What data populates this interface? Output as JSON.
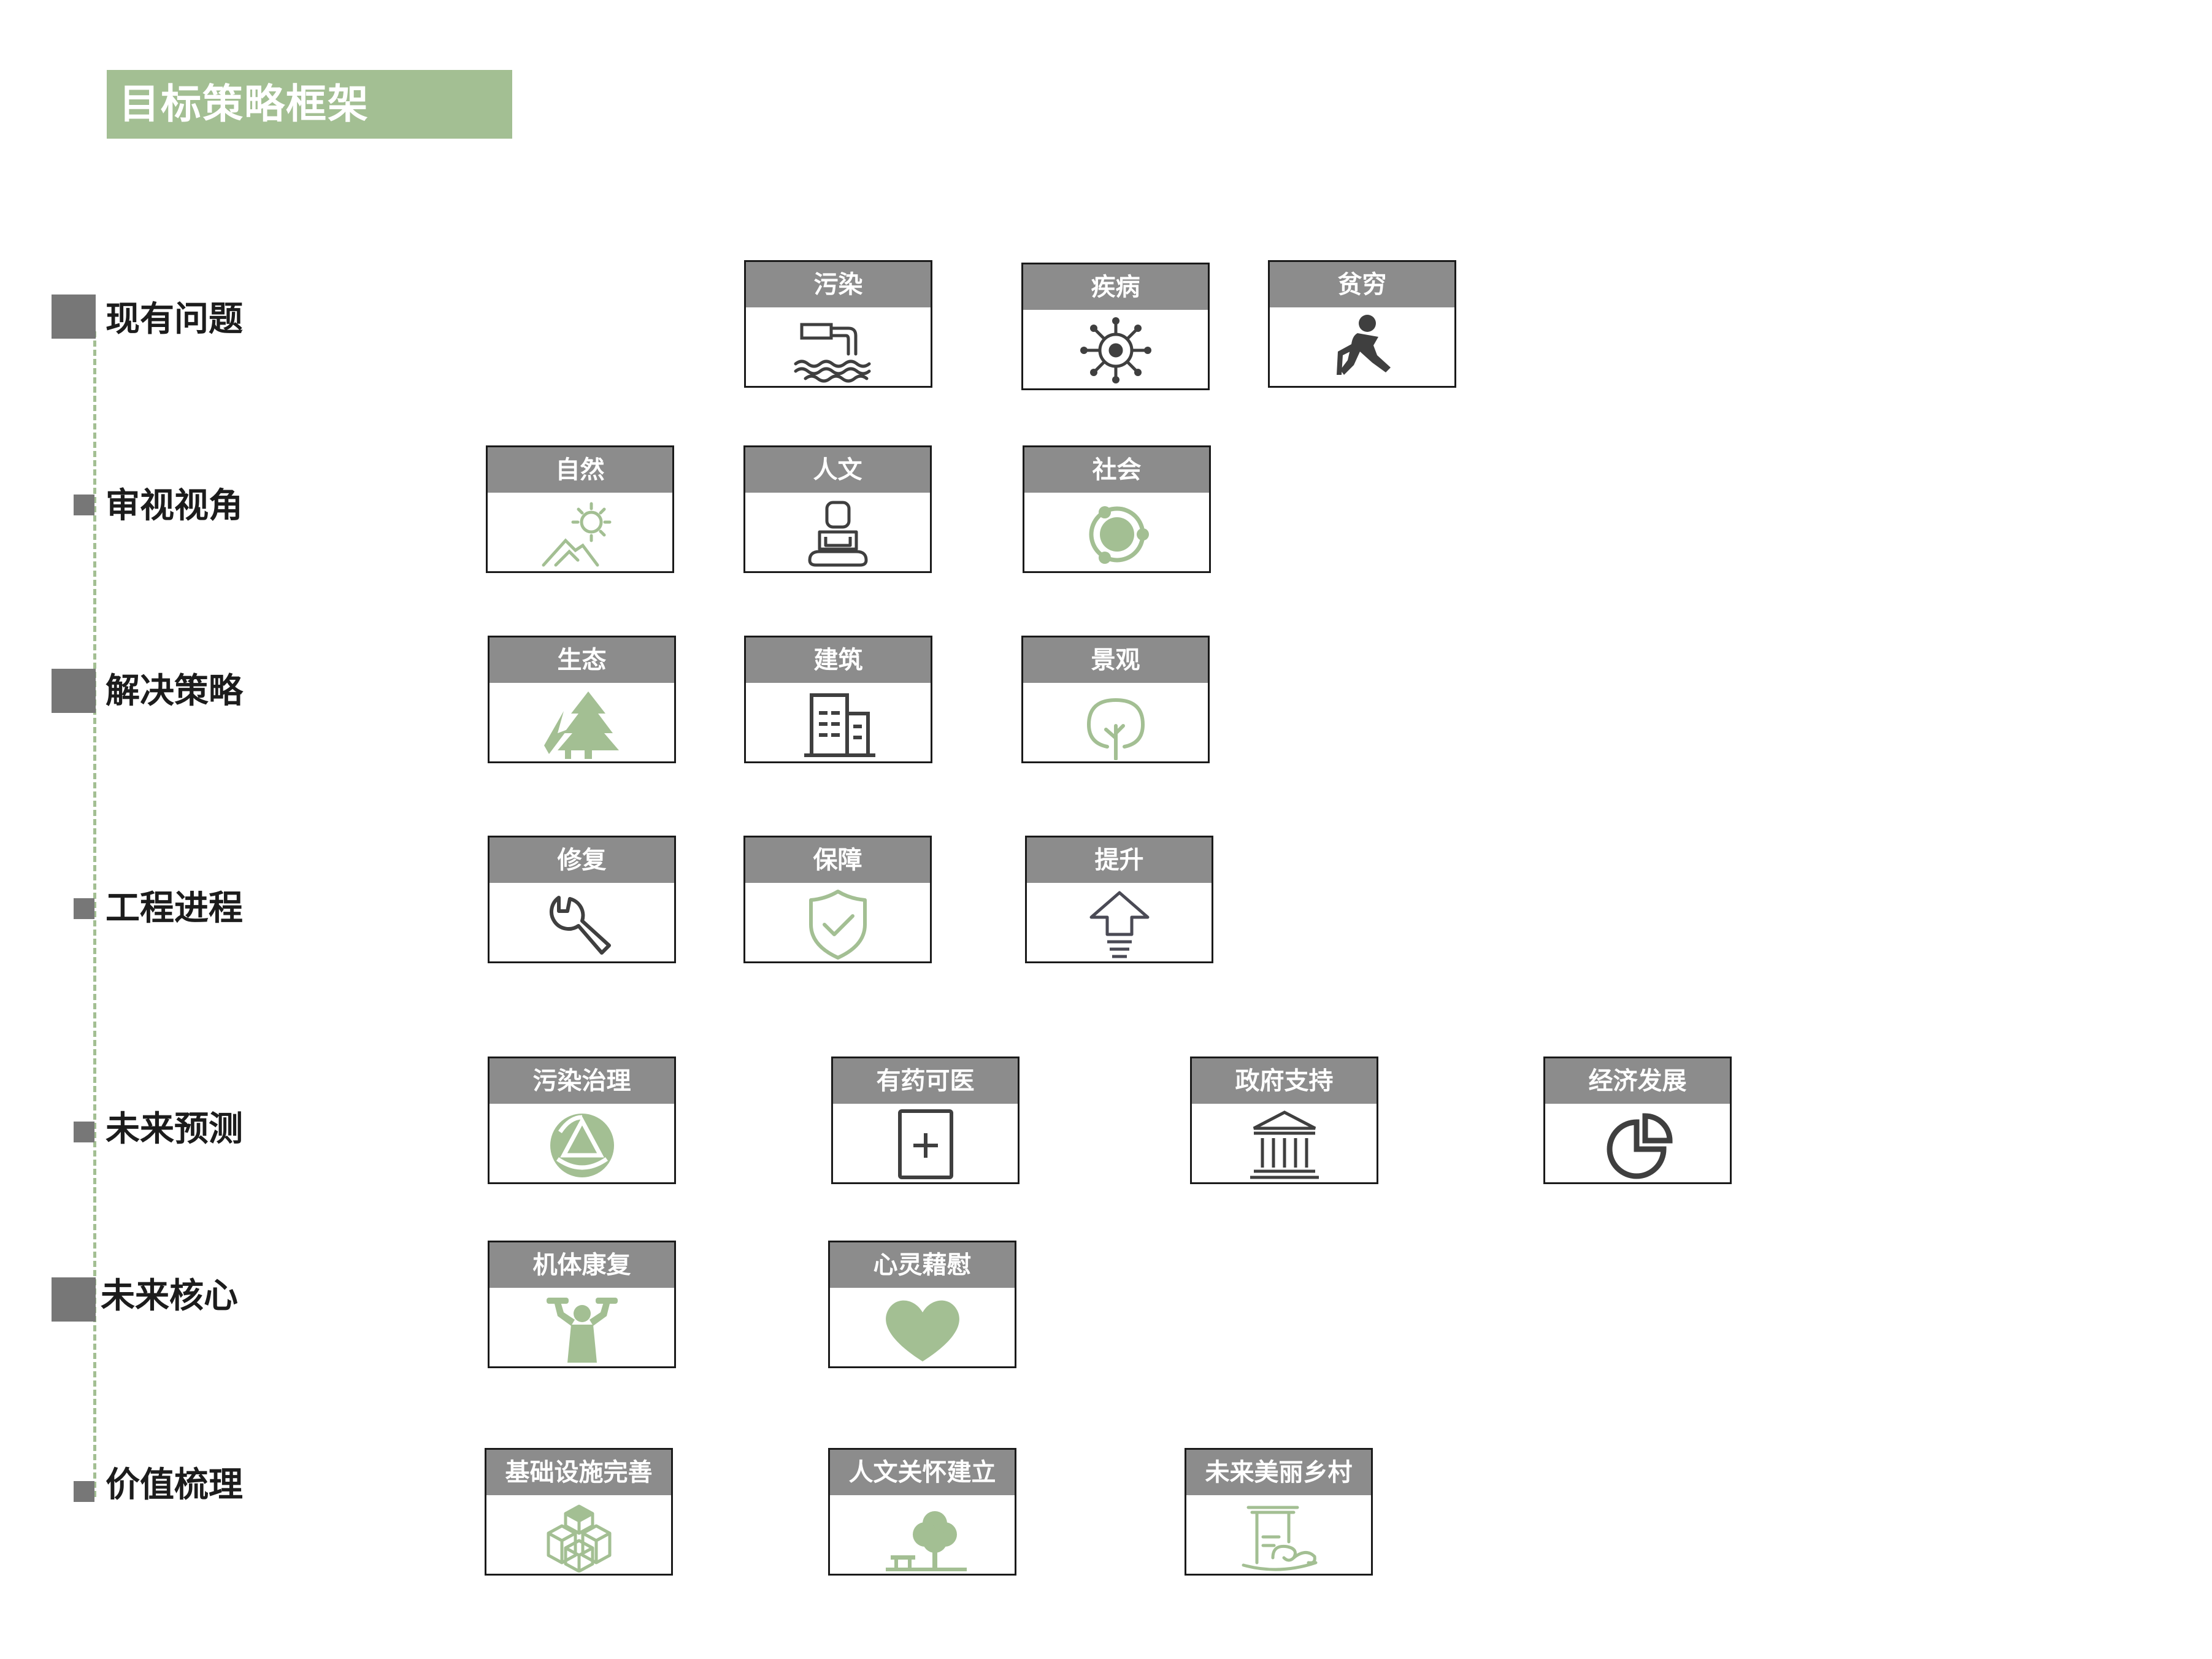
{
  "title": "目标策略框架",
  "colors": {
    "accent": "#a3bf93",
    "header": "#8c8c8c",
    "dark": "#3f3f3f",
    "marker": "#777777"
  },
  "rows": [
    {
      "label": "现有问题",
      "cards": [
        {
          "label": "污染",
          "icon": "pollution-pipe-icon"
        },
        {
          "label": "疾病",
          "icon": "virus-icon"
        },
        {
          "label": "贫穷",
          "icon": "poor-person-icon"
        }
      ]
    },
    {
      "label": "审视视角",
      "cards": [
        {
          "label": "自然",
          "icon": "sun-mountain-icon"
        },
        {
          "label": "人文",
          "icon": "meditating-person-icon"
        },
        {
          "label": "社会",
          "icon": "network-circle-icon"
        }
      ]
    },
    {
      "label": "解决策略",
      "cards": [
        {
          "label": "生态",
          "icon": "pine-tree-icon"
        },
        {
          "label": "建筑",
          "icon": "building-icon"
        },
        {
          "label": "景观",
          "icon": "tree-outline-icon"
        }
      ]
    },
    {
      "label": "工程进程",
      "cards": [
        {
          "label": "修复",
          "icon": "wrench-icon"
        },
        {
          "label": "保障",
          "icon": "shield-check-icon"
        },
        {
          "label": "提升",
          "icon": "up-arrow-icon"
        }
      ]
    },
    {
      "label": "未来预测",
      "cards": [
        {
          "label": "污染治理",
          "icon": "recycle-circle-icon"
        },
        {
          "label": "有药可医",
          "icon": "medical-plus-icon"
        },
        {
          "label": "政府支持",
          "icon": "government-building-icon"
        },
        {
          "label": "经济发展",
          "icon": "pie-chart-icon"
        }
      ]
    },
    {
      "label": "未来核心",
      "cards": [
        {
          "label": "机体康复",
          "icon": "dumbbell-person-icon"
        },
        {
          "label": "心灵藉慰",
          "icon": "heart-icon"
        }
      ]
    },
    {
      "label": "价值梳理",
      "cards": [
        {
          "label": "基础设施完善",
          "icon": "boxes-icon"
        },
        {
          "label": "人文关怀建立",
          "icon": "park-bench-tree-icon"
        },
        {
          "label": "未来美丽乡村",
          "icon": "pavilion-cloud-icon"
        }
      ]
    }
  ]
}
